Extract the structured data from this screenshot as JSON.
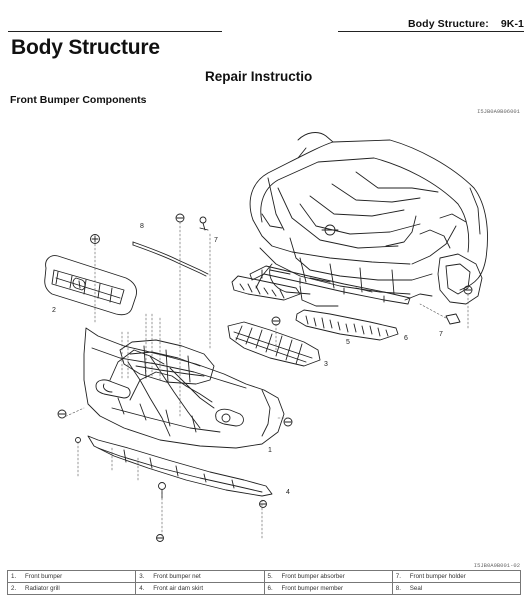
{
  "header": {
    "running_title": "Body Structure:",
    "page_number": "9K-1"
  },
  "page_title": "Body Structure",
  "section_title": "Repair Instructio",
  "subsection_title": "Front Bumper Components",
  "figure_codes": {
    "top": "I5JB0A9B06001",
    "bottom": "I5JB0A9B001-02"
  },
  "callouts": [
    "1",
    "2",
    "3",
    "4",
    "5",
    "6",
    "7",
    "8"
  ],
  "legend": [
    [
      {
        "num": "1.",
        "label": "Front bumper"
      },
      {
        "num": "3.",
        "label": "Front bumper net"
      },
      {
        "num": "5.",
        "label": "Front bumper absorber"
      },
      {
        "num": "7.",
        "label": "Front bumper holder"
      }
    ],
    [
      {
        "num": "2.",
        "label": "Radiator grill"
      },
      {
        "num": "4.",
        "label": "Front air dam skirt"
      },
      {
        "num": "6.",
        "label": "Front bumper member"
      },
      {
        "num": "8.",
        "label": "Seal"
      }
    ]
  ]
}
